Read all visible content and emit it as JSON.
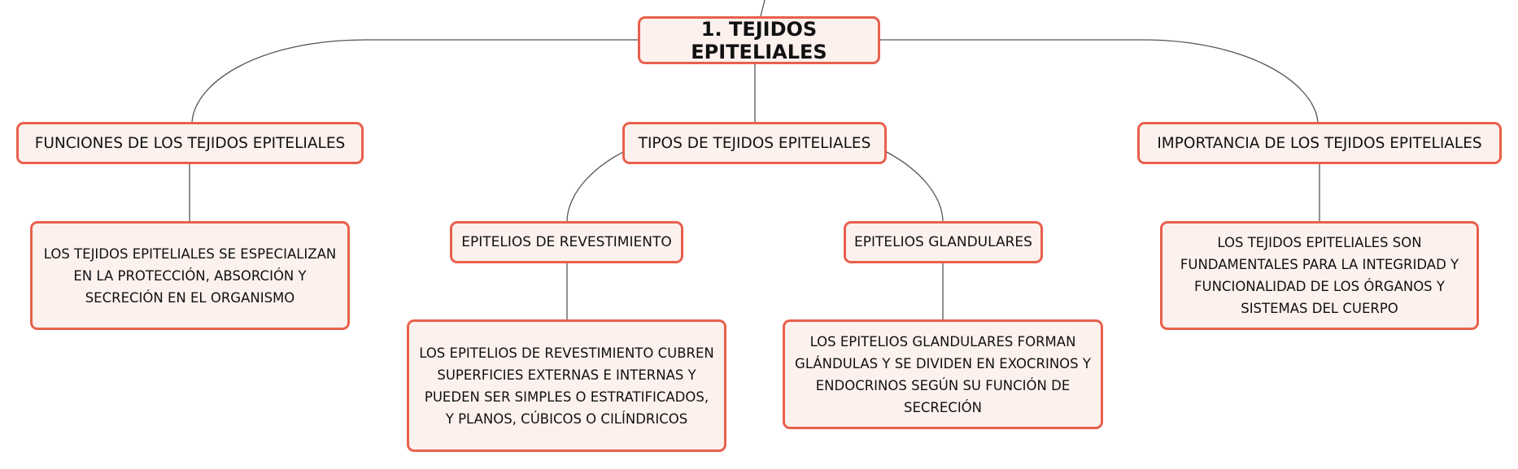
{
  "colors": {
    "node_border": "#e8604c",
    "node_fill": "#fdf1ee",
    "line": "#555555"
  },
  "root": {
    "label": "1. TEJIDOS EPITELIALES"
  },
  "funciones": {
    "label": "FUNCIONES DE LOS TEJIDOS EPITELIALES",
    "detail": "LOS TEJIDOS EPITELIALES SE ESPECIALIZAN EN LA PROTECCIÓN, ABSORCIÓN Y SECRECIÓN EN EL ORGANISMO"
  },
  "tipos": {
    "label": "TIPOS DE TEJIDOS EPITELIALES",
    "revestimiento": {
      "label": "EPITELIOS DE REVESTIMIENTO",
      "detail": "LOS EPITELIOS DE REVESTIMIENTO CUBREN SUPERFICIES EXTERNAS E INTERNAS Y PUEDEN SER SIMPLES O ESTRATIFICADOS, Y PLANOS, CÚBICOS O CILÍNDRICOS"
    },
    "glandulares": {
      "label": "EPITELIOS GLANDULARES",
      "detail": "LOS EPITELIOS GLANDULARES FORMAN GLÁNDULAS Y SE DIVIDEN EN EXOCRINOS Y ENDOCRINOS SEGÚN SU FUNCIÓN DE SECRECIÓN"
    }
  },
  "importancia": {
    "label": "IMPORTANCIA DE LOS TEJIDOS EPITELIALES",
    "detail": "LOS TEJIDOS EPITELIALES SON FUNDAMENTALES PARA LA INTEGRIDAD Y FUNCIONALIDAD DE LOS ÓRGANOS Y SISTEMAS DEL CUERPO"
  }
}
